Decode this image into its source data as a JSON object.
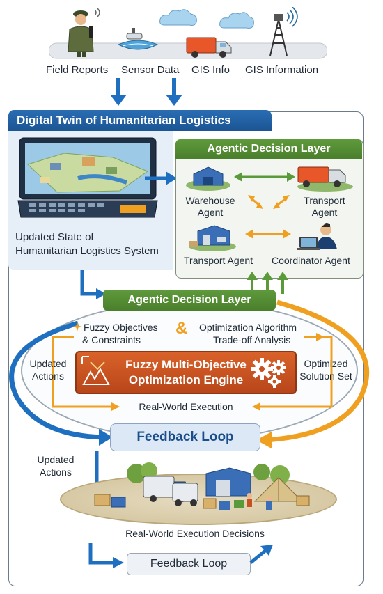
{
  "inputs": {
    "field_reports": "Field Reports",
    "sensor_data": "Sensor Data",
    "gis_info": "GIS Info",
    "gis_information": "GIS Information"
  },
  "digital_twin": {
    "title": "Digital Twin of Humanitarian Logistics",
    "state_line1": "Updated State of",
    "state_line2": "Humanitarian Logistics System"
  },
  "agent_layer": {
    "title": "Agentic Decision Layer",
    "warehouse_line1": "Warehouse",
    "warehouse_line2": "Agent",
    "transport_line1": "Transport",
    "transport_line2": "Agent",
    "transport_agent": "Transport Agent",
    "coordinator_agent": "Coordinator Agent"
  },
  "optimization": {
    "layer_title": "Agentic Decision Layer",
    "fuzzy_line1": "Fuzzy Objectives",
    "fuzzy_line2": "& Constraints",
    "ampersand": "&",
    "algo_line1": "Optimization Algorithm",
    "algo_line2": "Trade-off Analysis",
    "updated_line1": "Updated",
    "updated_line2": "Actions",
    "engine_line1": "Fuzzy Multi-Objective",
    "engine_line2": "Optimization Engine",
    "optimized_line1": "Optimized",
    "optimized_line2": "Solution Set",
    "real_world": "Real-World Execution"
  },
  "feedback": {
    "main": "Feedback Loop",
    "updated_line1": "Updated",
    "updated_line2": "Actions",
    "execution_decisions": "Real-World Execution Decisions",
    "bottom": "Feedback Loop"
  },
  "colors": {
    "blue_arrow": "#1f6fc0",
    "green_arrow": "#5b9a3a",
    "orange_arrow": "#f0a020",
    "header_blue": "#1b5593",
    "header_green": "#4a7f2c",
    "engine_orange": "#c8521f"
  }
}
